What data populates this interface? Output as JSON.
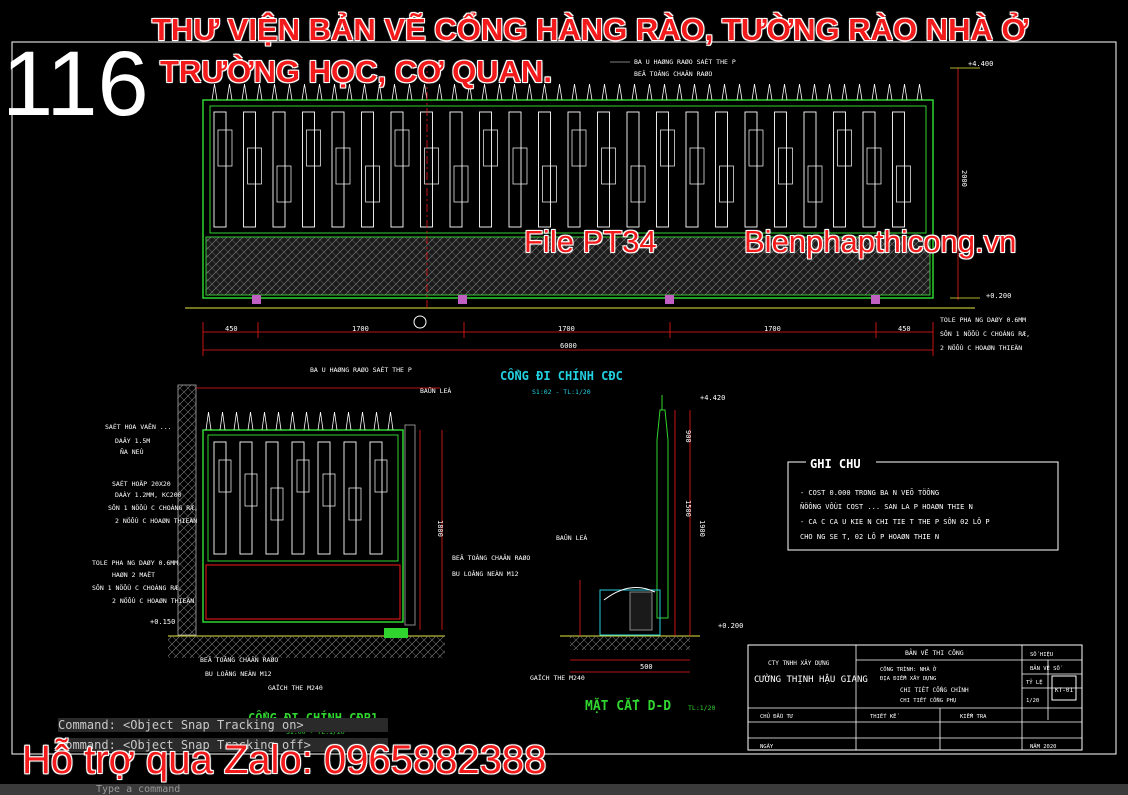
{
  "overlay": {
    "number": "116",
    "title_line1": "THƯ VIỆN BẢN VẼ CỔNG HÀNG RÀO, TƯỜNG RÀO NHÀ Ở",
    "title_line2": "TRƯỜNG HỌC, CƠ QUAN.",
    "file_tag": "File PT34",
    "website": "Bienphapthicong.vn",
    "support": "Hỗ trợ qua Zalo: 0965882388"
  },
  "command_line": {
    "line1": "Command:  <Object Snap Tracking on>",
    "line2": "Command:  <Object Snap Tracking off>",
    "input_placeholder": "Type a command"
  },
  "drawing": {
    "views": {
      "gate_main_label": "CỔNG ĐI CHÍNH CĐC",
      "gate_main_scale": "S1:02 - TL:1/20",
      "gate_sub_label": "CỔNG ĐI CHÍNH CĐP1",
      "gate_sub_scale": "S1:00 - TL:1/20",
      "section_label": "MẶT CẮT D-D",
      "section_scale": "TL:1/20"
    },
    "dimensions": {
      "top_segments": [
        "450",
        "1700",
        "1700",
        "1700",
        "450"
      ],
      "top_total": "6000",
      "level_top": "+4.400",
      "level_base": "+0.200",
      "mid_level_top": "+4.420",
      "mid_level_base": "+0.200",
      "left_level": "+0.150",
      "right_heights": [
        "2000",
        "1800"
      ],
      "section_heights": [
        "900",
        "1500",
        "1900",
        "500"
      ]
    },
    "notes": {
      "header": "GHI CHU",
      "lines": [
        "- COST    0.000 TRONG BA N VEÕ TÖÔNG",
        "  ÑÖÔNG VÔÙI COST ... SAN LA P HOAØN THIE N",
        "- CA C CA U KIE N CHI TIE T THE P SÔN 02 LÔ P",
        "  CHO NG SE T, 02 LÔ P HOAØN THIE N"
      ]
    },
    "annotations": {
      "a1": "SAÉT HOA VAÊN  ...",
      "a2": "DAÂY 1.5M",
      "a3": "ÑA NEÙ",
      "a4": "SAÉT HOÄP 20X20",
      "a5": "DAÀY 1.2MM, KC200",
      "a6": "SÔN 1 NÖÔÙ C CHOÁNG RÆ,",
      "a7": "2 NÖÔÙ C HOAØN THIEÄN",
      "a8": "TOLE PHA NG DAØY 0.6MM",
      "a9": "HAØN 2 MAËT",
      "a10": "BA  U HAØNG RAØO SAÉT THE P",
      "a11": "BEÂ TOÂNG CHAÂN RAØO",
      "a12": "BU LOÂNG NEÀN M12",
      "a13": "BAÛN LEÀ",
      "a14": "GAÏCH THE  M240"
    },
    "title_block": {
      "company": "CTY TNHH XÂY DỰNG",
      "project": "CƯỜNG THỊNH HẬU GIANG",
      "sheet_title": "BẢN VẼ THI CÔNG",
      "c1": "CÔNG TRÌNH: NHÀ Ở",
      "c2": "ĐỊA ĐIỂM XÂY DỰNG",
      "c3": "CHI TIẾT CỔNG CHÍNH",
      "c4": "CHI TIẾT CỔNG PHỤ",
      "c5": "CHỦ ĐẦU TƯ",
      "c6": "THIẾT KẾ",
      "c7": "KIỂM TRA",
      "c8": "KT-01",
      "c9": "TỶ LỆ",
      "c10": "1/20",
      "c11": "SỐ HIỆU",
      "c12": "BẢN VẼ SỐ",
      "c13": "NGÀY",
      "c14": "NĂM 2020"
    }
  },
  "colors": {
    "background": "#000000",
    "green": "#2fd42f",
    "yellow": "#e8e83a",
    "red": "#f21a1a",
    "cyan": "#22d0e0",
    "magenta": "#c060c0",
    "white": "#ffffff",
    "gray": "#8a8a8a"
  }
}
